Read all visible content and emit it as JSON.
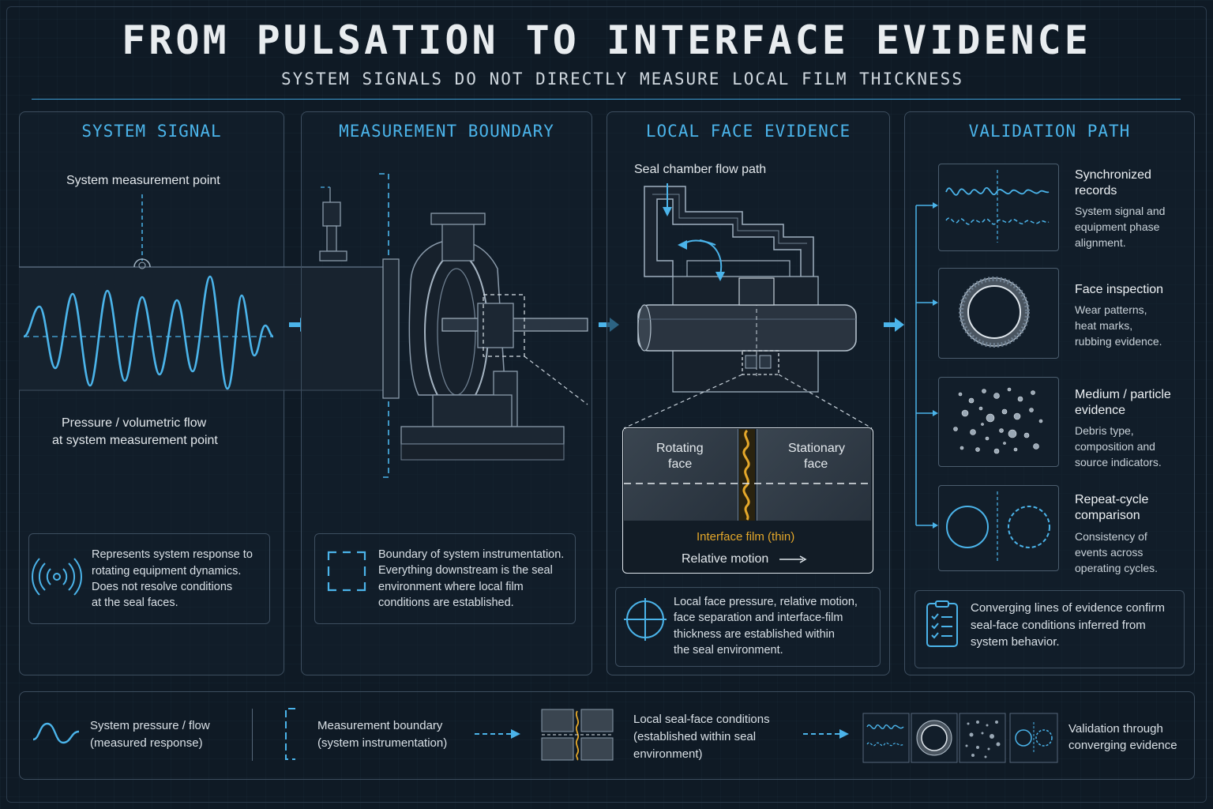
{
  "header": {
    "title": "FROM PULSATION TO INTERFACE EVIDENCE",
    "subtitle": "SYSTEM SIGNALS DO NOT DIRECTLY MEASURE LOCAL FILM THICKNESS"
  },
  "panels": {
    "system_signal": {
      "title": "SYSTEM SIGNAL",
      "point_label": "System measurement point",
      "flow_label_1": "Pressure / volumetric flow",
      "flow_label_2": "at system measurement point",
      "note": [
        "Represents system response to",
        "rotating equipment dynamics.",
        "Does not resolve conditions",
        "at the seal faces."
      ]
    },
    "measurement_boundary": {
      "title": "MEASUREMENT BOUNDARY",
      "note": [
        "Boundary of system instrumentation.",
        "Everything downstream is the seal",
        "environment where local film",
        "conditions are established."
      ]
    },
    "local_face": {
      "title": "LOCAL FACE EVIDENCE",
      "flow_path_label": "Seal chamber flow path",
      "rotating_face": [
        "Rotating",
        "face"
      ],
      "stationary_face": [
        "Stationary",
        "face"
      ],
      "film_label": "Interface film (thin)",
      "motion_label": "Relative motion",
      "note": [
        "Local face pressure, relative motion,",
        "face separation and interface-film",
        "thickness are established within",
        "the seal environment."
      ]
    },
    "validation": {
      "title": "VALIDATION PATH",
      "items": [
        {
          "title": [
            "Synchronized",
            "records"
          ],
          "desc": [
            "System signal and",
            "equipment phase",
            "alignment."
          ]
        },
        {
          "title": [
            "Face inspection"
          ],
          "desc": [
            "Wear patterns,",
            "heat marks,",
            "rubbing evidence."
          ]
        },
        {
          "title": [
            "Medium / particle",
            "evidence"
          ],
          "desc": [
            "Debris type,",
            "composition and",
            "source indicators."
          ]
        },
        {
          "title": [
            "Repeat-cycle",
            "comparison"
          ],
          "desc": [
            "Consistency of",
            "events across",
            "operating cycles."
          ]
        }
      ],
      "note": [
        "Converging lines of evidence confirm",
        "seal-face conditions inferred from",
        "system behavior."
      ]
    }
  },
  "legend": {
    "items": [
      [
        "System pressure / flow",
        "(measured response)"
      ],
      [
        "Measurement boundary",
        "(system instrumentation)"
      ],
      [
        "Local seal-face conditions",
        "(established within seal",
        "environment)"
      ],
      [
        "Validation through",
        "converging evidence"
      ]
    ]
  },
  "colors": {
    "accent": "#4bb4ea",
    "film": "#e5a82a",
    "background": "#0f1a25",
    "border": "#3d4e5f"
  },
  "icons": [
    "signal-waves-icon",
    "boundary-bracket-icon",
    "crosshair-target-icon",
    "checklist-icon",
    "arrow-right-icon"
  ]
}
